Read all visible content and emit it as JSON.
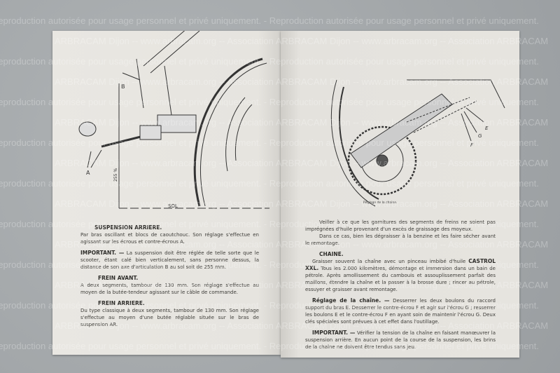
{
  "left_page": {
    "figure": {
      "label_a": "A",
      "label_b": "B",
      "dimension": "255 %",
      "ground": "SOL"
    },
    "sections": [
      {
        "title": "SUSPENSION ARRIERE.",
        "text": "Par bras oscillant et blocs de caoutchouc. Son réglage s'effectue en agissant sur les écrous et contre-écrous A."
      },
      {
        "lead": "IMPORTANT. —",
        "text": "La suspension doit être réglée de telle sorte que le scooter, étant calé bien verticalement, sans personne dessus, la distance de son axe d'articulation B au sol soit de 255 mm."
      },
      {
        "title": "FREIN AVANT.",
        "text": "A deux segments, tambour de 130 mm. Son réglage s'effectue au moyen de la butée-tendeur agissant sur le câble de commande."
      },
      {
        "title": "FREIN ARRIERE.",
        "text": "Du type classique à deux segments, tambour de 130 mm. Son réglage s'effectue au moyen d'une butée réglable située sur le bras de suspension AR."
      }
    ]
  },
  "right_page": {
    "figure": {
      "label_e": "E",
      "label_g": "G",
      "label_f": "F",
      "caption": "Réglage de la chaîne."
    },
    "intro1": "Veiller à ce que les garnitures des segments de freins ne soient pas imprégnées d'huile provenant d'un excès de graissage des moyeux.",
    "intro2": "Dans ce cas, bien les dégraisser à la benzine et les faire sécher avant le remontage.",
    "chain_title": "CHAINE.",
    "chain_text": "Graisser souvent la chaîne avec un pinceau imbibé d'huile",
    "chain_brand": "CASTROL XXL.",
    "chain_text2": "Tous les 2.000 kilomètres, démontage et immersion dans un bain de pétrole. Après amollissement du cambouis et assouplissement parfait des maillons, étendre la chaîne et la passer à la brosse dure ; rincer au pétrole, essuyer et graisser avant remontage.",
    "adjust_lead": "Réglage de la chaîne. —",
    "adjust_text": "Desserrer les deux boulons du raccord support du bras E. Desserrer le contre-écrou F et agir sur l'écrou G ; resserrer les boulons E et le contre-écrou F en ayant soin de maintenir l'écrou G. Deux clés spéciales sont prévues à cet effet dans l'outillage.",
    "important_lead": "IMPORTANT. —",
    "important_text": "Vérifier la tension de la chaîne en faisant manœuvrer la suspension arrière. En aucun point de la course de la suspension, les brins de la chaîne ne doivent être tendus sans jeu."
  },
  "watermark": {
    "line_a": "ARBRACAM Dijon -- www.arbracam.org -- Association ARBRACAM Dijon -- www.arbracam.org -- Association ARBRACAM",
    "line_b": "- Reproduction autorisée pour usage personnel et privé uniquement. - Reproduction autorisée pour usage personnel et privé uniquement."
  }
}
